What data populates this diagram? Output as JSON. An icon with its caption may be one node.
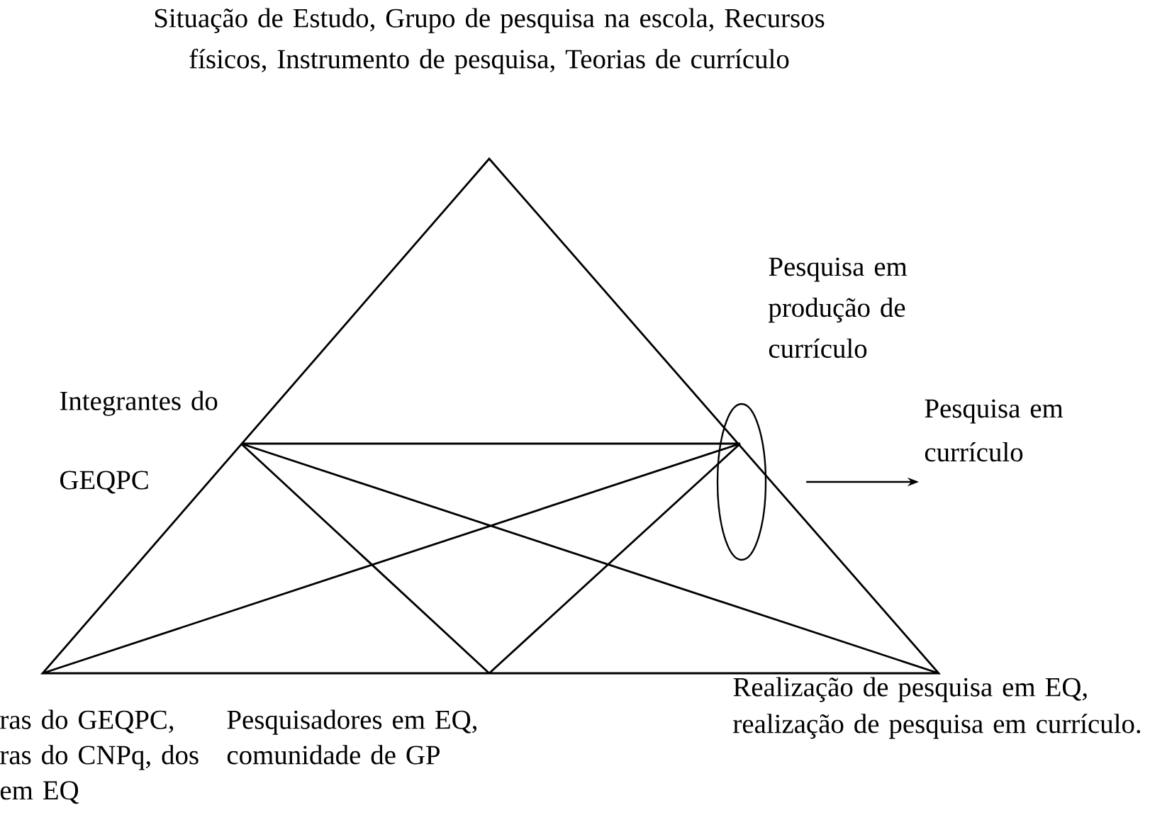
{
  "diagram": {
    "nodes": [
      {
        "text": [
          "Situação de Estudo, Grupo de pesquisa na escola, Recursos físicos, Instrumento de pesquisa, Teorias de currículo"
        ]
      },
      {
        "text": [
          "Pesquisa em produção de currículo"
        ]
      },
      {
        "text": [
          "Integrantes do GEQPC"
        ]
      },
      {
        "text": [],
        "shape": "ellipse"
      },
      {
        "text": [
          "Pesquisa em currículo"
        ]
      },
      {
        "text": [
          "ras do GEQPC,",
          "ras do CNPq, dos",
          "em EQ"
        ]
      },
      {
        "text": [
          "Pesquisadores em EQ, comunidade de GP"
        ]
      },
      {
        "text": [
          "Realização de pesquisa em EQ, realização de pesquisa em currículo."
        ]
      }
    ],
    "edges": [
      {
        "from": 3,
        "to": 4,
        "arrow": "to"
      }
    ]
  }
}
